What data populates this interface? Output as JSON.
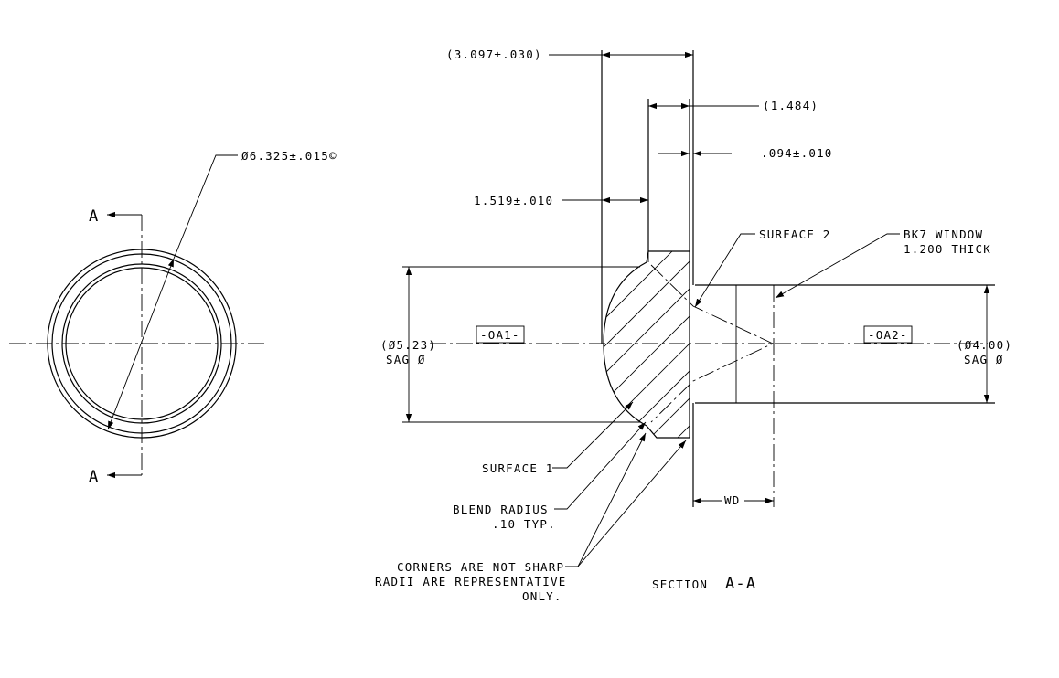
{
  "front_view": {
    "diameter_callout": "Ø6.325±.015©",
    "section_mark_top": "A",
    "section_mark_bottom": "A"
  },
  "section_view": {
    "dim_overall": "(3.097±.030)",
    "dim_top_right": "(1.484)",
    "dim_thin": ".094±.010",
    "dim_left": "1.519±.010",
    "surface_2": "SURFACE 2",
    "bk7_line1": "BK7 WINDOW",
    "bk7_line2": "1.200 THICK",
    "sag_left_line1": "(Ø5.23)",
    "sag_left_line2": "SAG Ø",
    "sag_right_line1": "(Ø4.00)",
    "sag_right_line2": "SAG Ø",
    "datum_left": "-OA1-",
    "datum_right": "-OA2-",
    "surface_1": "SURFACE 1",
    "blend_line1": "BLEND  RADIUS",
    "blend_line2": ".10 TYP.",
    "corners_line1": "CORNERS ARE NOT SHARP",
    "corners_line2": "RADII ARE REPRESENTATIVE",
    "corners_line3": "ONLY.",
    "wd": "WD",
    "section_label": "SECTION",
    "section_id": "A-A"
  }
}
